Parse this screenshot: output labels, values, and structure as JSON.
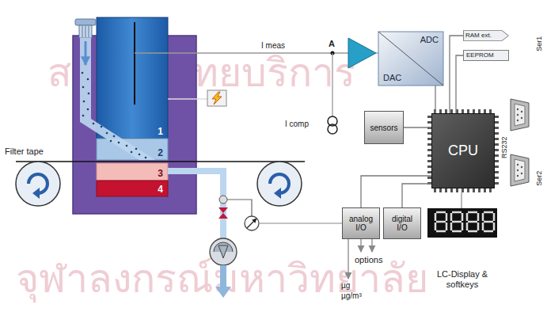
{
  "diagram": {
    "nodes": [
      {
        "text": [
          "1"
        ]
      },
      {
        "text": [
          "2"
        ]
      },
      {
        "text": [
          "3"
        ]
      },
      {
        "text": [
          "4"
        ]
      },
      {
        "text": [
          "ADC",
          "DAC"
        ]
      },
      {
        "text": [
          "RAM ext."
        ]
      },
      {
        "text": [
          "EEPROM"
        ]
      },
      {
        "text": [
          "CPU"
        ]
      },
      {
        "text": [
          "sensors"
        ]
      },
      {
        "text": [
          "analog I/O"
        ]
      },
      {
        "text": [
          "digital I/O"
        ]
      }
    ],
    "edges": [
      {
        "from": 7,
        "to": 5,
        "arrow": "none"
      },
      {
        "from": 7,
        "to": 6,
        "arrow": "none"
      },
      {
        "from": 4,
        "to": 7,
        "arrow": "none"
      },
      {
        "from": 8,
        "to": 7,
        "arrow": "none"
      },
      {
        "from": 9,
        "to": 7,
        "arrow": "none"
      },
      {
        "from": 10,
        "to": 7,
        "arrow": "none"
      }
    ],
    "labels": [
      "Filter tape",
      "I meas",
      "A",
      "I comp",
      "RS232",
      "Ser1",
      "Ser2",
      "options",
      "µg",
      "µg/m³",
      "LC-Display & softkeys",
      "สถาบันวิทยบริการ",
      "จุฬาลงกรณ์มหาวิทยาลัย"
    ]
  }
}
